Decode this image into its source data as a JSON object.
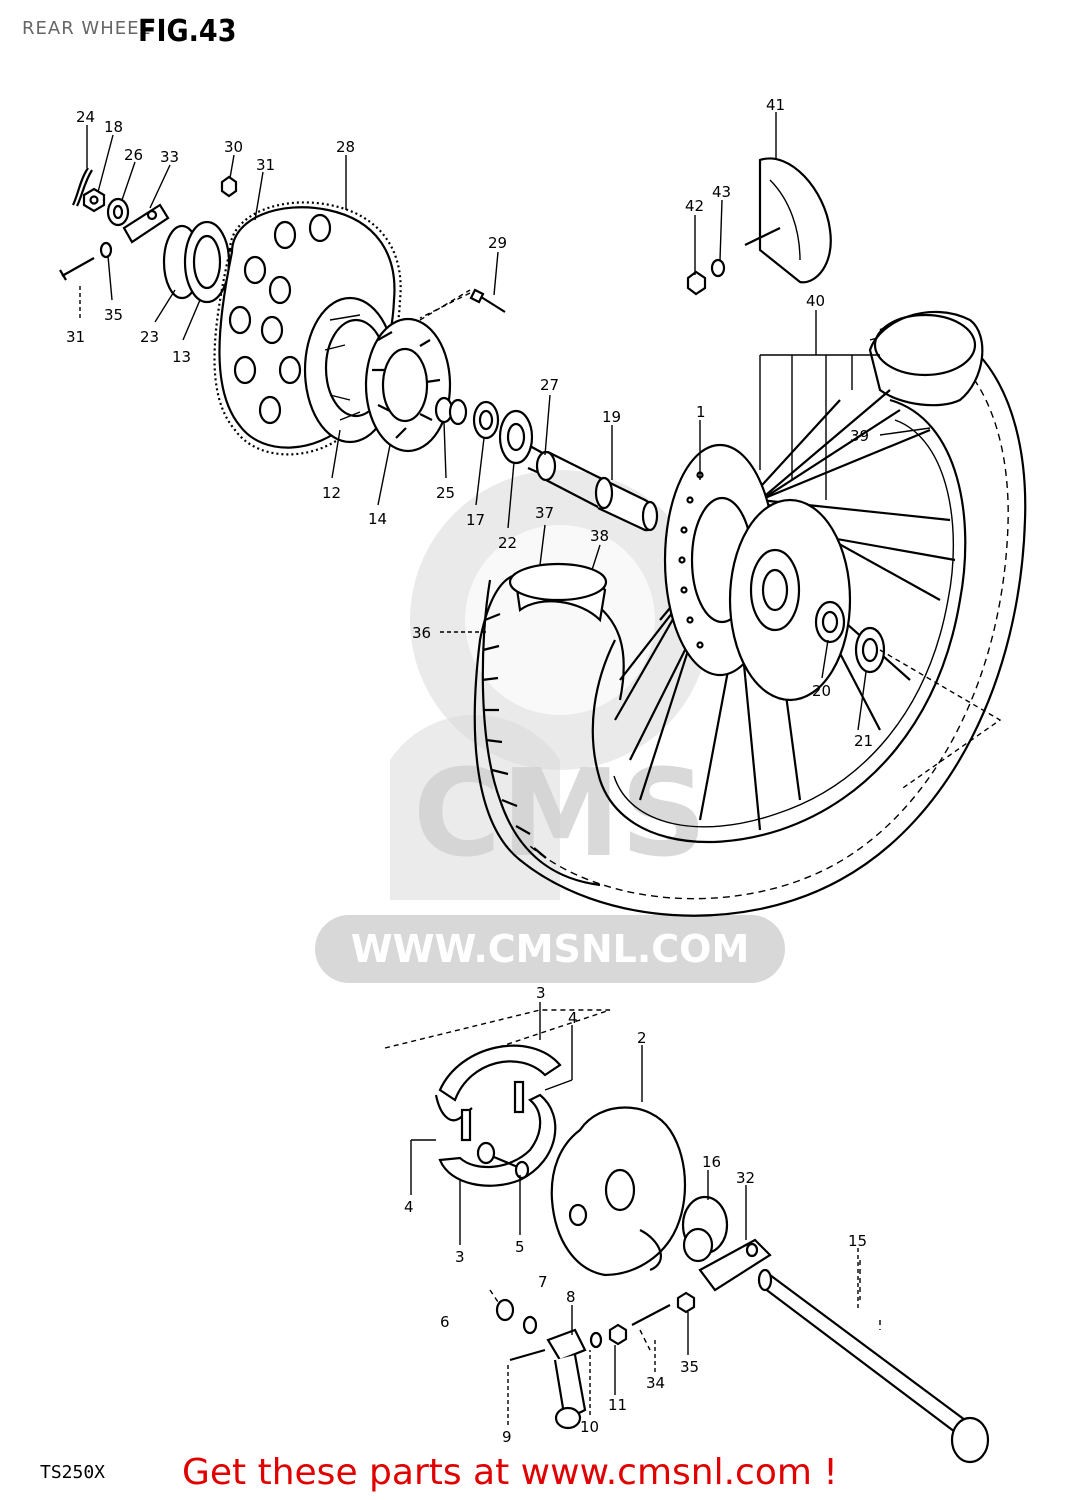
{
  "header": {
    "section_label": "REAR WHEEL",
    "figure_label": "FIG.43"
  },
  "footer": {
    "model_code": "TS250X",
    "call_to_action": "Get these parts at www.cmsnl.com !"
  },
  "watermark": {
    "text": "WWW.CMSNL.COM",
    "logo": "CMS"
  },
  "callouts": [
    "24",
    "18",
    "26",
    "33",
    "30",
    "31",
    "28",
    "29",
    "41",
    "42",
    "43",
    "31",
    "35",
    "23",
    "13",
    "40",
    "27",
    "19",
    "1",
    "12",
    "14",
    "25",
    "17",
    "22",
    "39",
    "37",
    "38",
    "36",
    "20",
    "21",
    "3",
    "4",
    "2",
    "16",
    "32",
    "15",
    "4",
    "3",
    "5",
    "7",
    "6",
    "8",
    "35",
    "10",
    "9",
    "11",
    "34"
  ]
}
